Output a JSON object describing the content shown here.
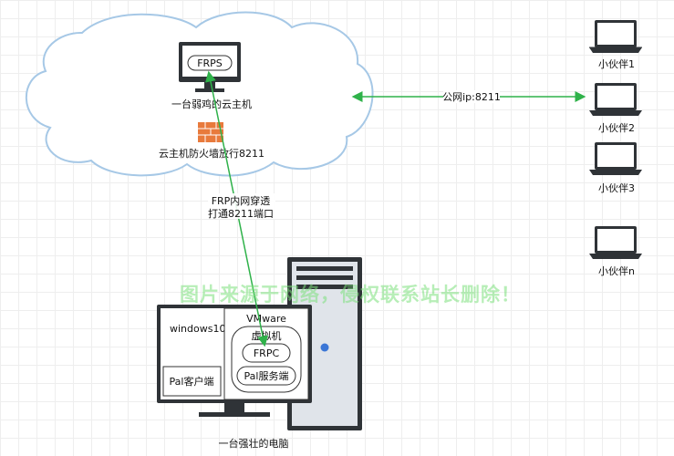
{
  "cloud": {
    "server_box_label": "FRPS",
    "server_label": "一台弱鸡的云主机",
    "firewall_label": "云主机防火墙放行8211"
  },
  "public_link_label": "公网ip:8211",
  "tunnel": {
    "line1": "FRP内网穿透",
    "line2": "打通8211端口"
  },
  "clients": [
    {
      "label": "小伙伴1"
    },
    {
      "label": "小伙伴2"
    },
    {
      "label": "小伙伴3"
    },
    {
      "label": "小伙伴n"
    }
  ],
  "pc": {
    "os_label": "windows10",
    "client_label": "Pal客户端",
    "vm_label": "VMware",
    "vm_inner_label": "虚拟机",
    "frpc_label": "FRPC",
    "server_label": "Pal服务端",
    "caption": "一台强壮的电脑"
  },
  "watermark": "图片来源于网络，侵权联系站长删除！",
  "colors": {
    "link": "#2fb24a",
    "cloud_stroke": "#a6c8e6",
    "firewall": "#e87a3c"
  }
}
